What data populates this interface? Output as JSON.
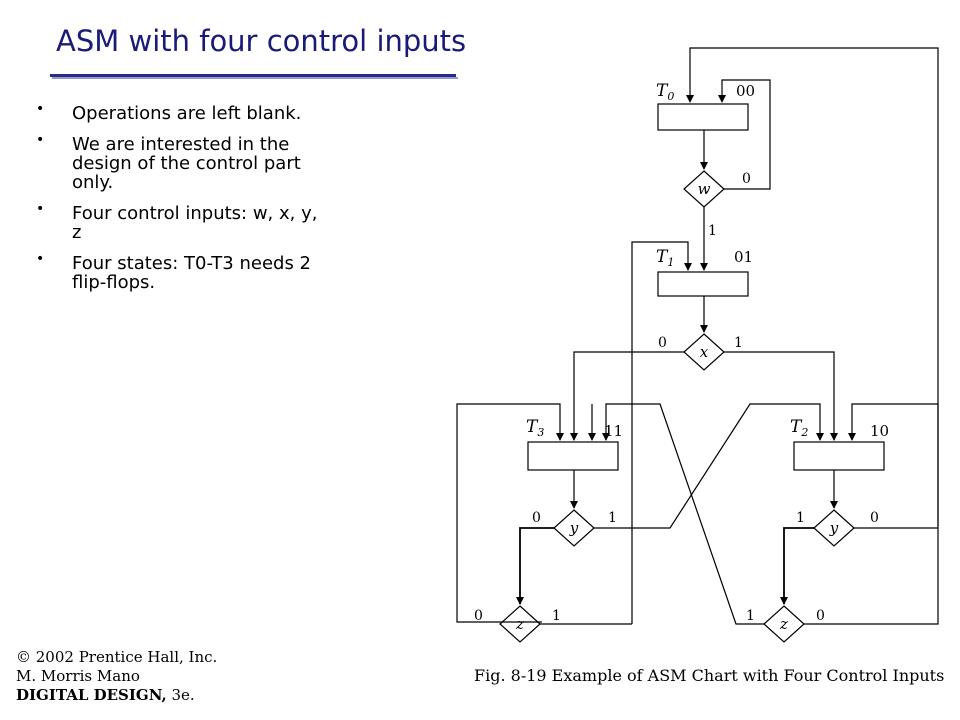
{
  "slide": {
    "title": "ASM with four control inputs",
    "bullets": [
      "Operations are left blank.",
      "We are interested in the design of the control part only.",
      "Four control inputs: w, x, y, z",
      "Four states: T0-T3 needs 2 flip-flops."
    ]
  },
  "footer": {
    "line1": "© 2002 Prentice Hall, Inc.",
    "line2": "M. Morris Mano",
    "line3a": "DIGITAL DESIGN,",
    "line3b": " 3e."
  },
  "diagram": {
    "caption": "Fig. 8-19  Example of ASM Chart with Four Control Inputs",
    "states": [
      {
        "name": "T",
        "sub": "0",
        "code": "00"
      },
      {
        "name": "T",
        "sub": "1",
        "code": "01"
      },
      {
        "name": "T",
        "sub": "3",
        "code": "11"
      },
      {
        "name": "T",
        "sub": "2",
        "code": "10"
      }
    ],
    "decisions": [
      {
        "input": "w",
        "left": "",
        "right": "0",
        "down": "1"
      },
      {
        "input": "x",
        "left": "0",
        "right": "1"
      },
      {
        "input": "y",
        "left": "0",
        "right": "1"
      },
      {
        "input": "y",
        "left": "1",
        "right": "0"
      },
      {
        "input": "z",
        "left": "0",
        "right": "1"
      },
      {
        "input": "z",
        "left": "1",
        "right": "0"
      }
    ]
  }
}
